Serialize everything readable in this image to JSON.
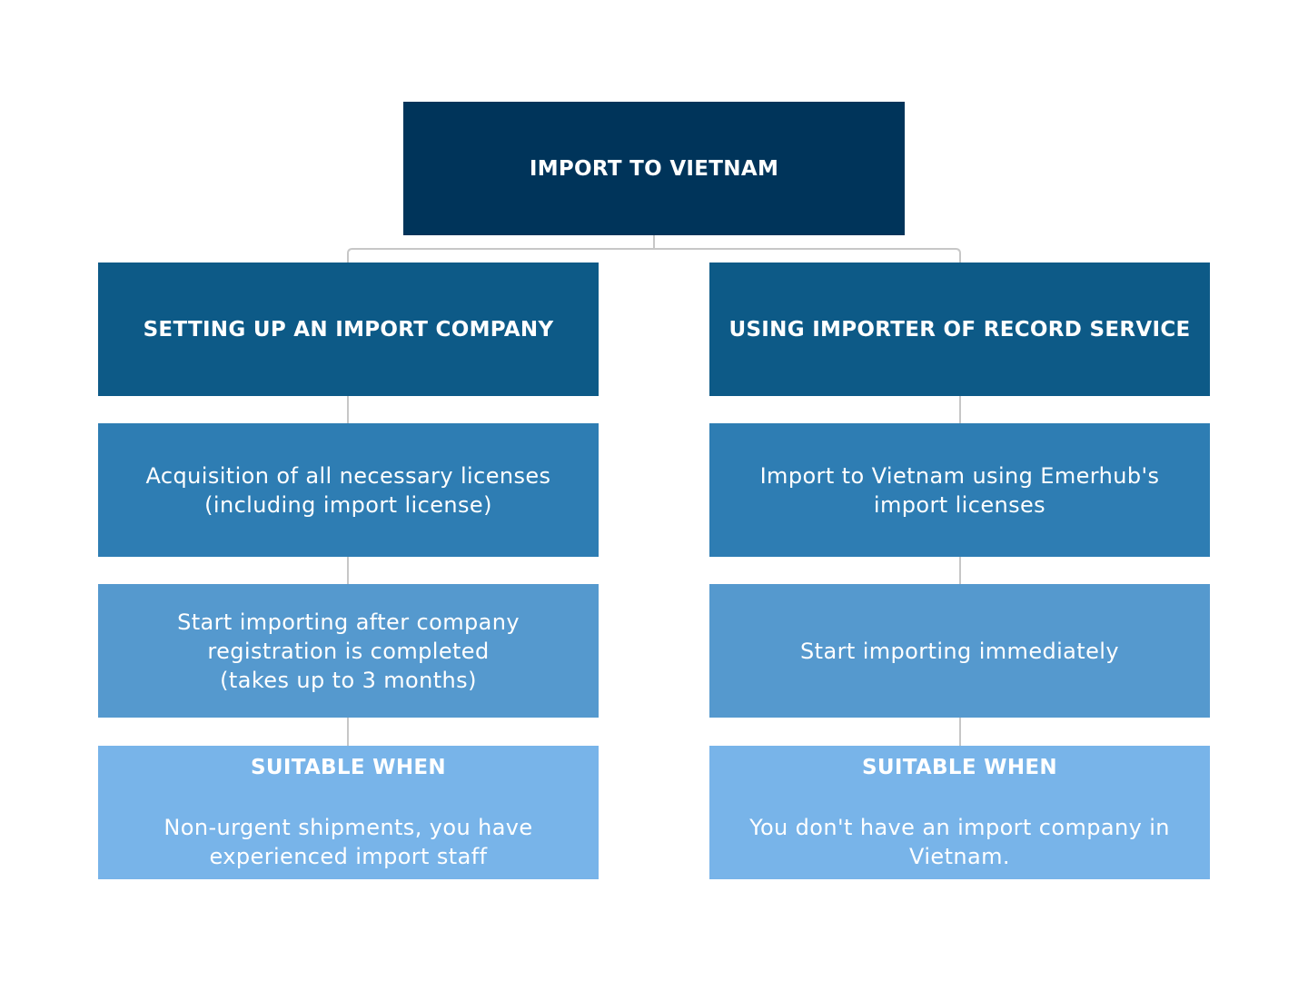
{
  "root": {
    "label": "IMPORT TO VIETNAM"
  },
  "left": {
    "heading": "SETTING UP AN IMPORT COMPANY",
    "step1": "Acquisition of all necessary licenses\n(including import license)",
    "step2": "Start importing after company\nregistration is completed\n(takes up to 3 months)",
    "suitable_title": "SUITABLE WHEN",
    "suitable_text": "Non-urgent shipments, you have\nexperienced import staff"
  },
  "right": {
    "heading": "USING IMPORTER OF RECORD SERVICE",
    "step1": "Import to Vietnam using Emerhub's\nimport licenses",
    "step2": "Start importing immediately",
    "suitable_title": "SUITABLE WHEN",
    "suitable_text": "You don't have an import company in\nVietnam."
  },
  "colors": {
    "root": "#00345a",
    "level1": "#0d5a87",
    "level2": "#2e7db3",
    "level3": "#5599ce",
    "level4": "#78b4e9",
    "connector": "#c7c7c7"
  }
}
